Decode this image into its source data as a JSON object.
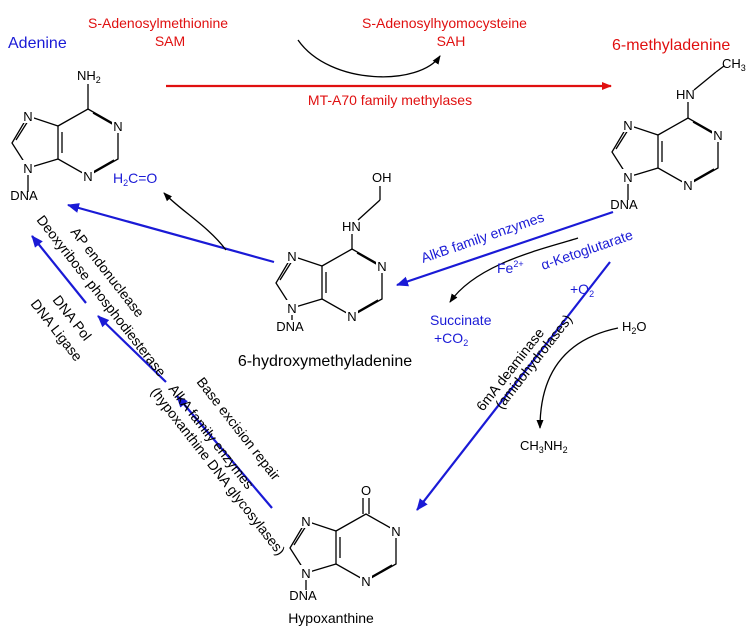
{
  "colors": {
    "blue": "#1a1ad6",
    "red": "#e01010",
    "black": "#000000"
  },
  "nodes": {
    "adenine": "Adenine",
    "methyladenine": "6-methyladenine",
    "hydroxymethyladenine": "6-hydroxymethyladenine",
    "hypoxanthine": "Hypoxanthine"
  },
  "methylation": {
    "sam_name": "S-Adenosylmethionine",
    "sam_abbr": "SAM",
    "sah_name": "S-Adenosylhyomocysteine",
    "sah_abbr": "SAH",
    "enzyme": "MT-A70 family methylases"
  },
  "demethylation": {
    "enzyme": "AlkB family enzymes",
    "cofactor": "Fe",
    "cofactor_charge": "2+",
    "substrate_1": "α-Ketoglutarate",
    "substrate_2": "+O",
    "substrate_2_sub": "2",
    "product_1": "Succinate",
    "product_2": "+CO",
    "product_2_sub": "2",
    "formaldehyde": "H",
    "formaldehyde_sub": "2",
    "formaldehyde_rest": "C=O"
  },
  "deamination": {
    "enzyme_1": "6mA deaminase",
    "enzyme_2": "(amidohydrolases)",
    "water": "H",
    "water_sub": "2",
    "water_rest": "O",
    "methylamine": "CH",
    "methylamine_sub_1": "3",
    "methylamine_mid": "NH",
    "methylamine_sub_2": "2"
  },
  "repair": {
    "label_1": "Base excision repair",
    "label_2": "AlkA family enzymes",
    "label_3": "(hypoxanthine DNA glycosylases)",
    "label_4": "AP endonuclease",
    "label_5": "Deoxyribose phosphodiesterase",
    "label_6": "DNA Pol",
    "label_7": "DNA Ligase"
  },
  "atoms": {
    "n": "N",
    "nh2": "NH",
    "nh2_sub": "2",
    "hn": "HN",
    "h": "H",
    "oh": "OH",
    "o": "O",
    "ch3": "CH",
    "ch3_sub": "3",
    "dna": "DNA"
  }
}
